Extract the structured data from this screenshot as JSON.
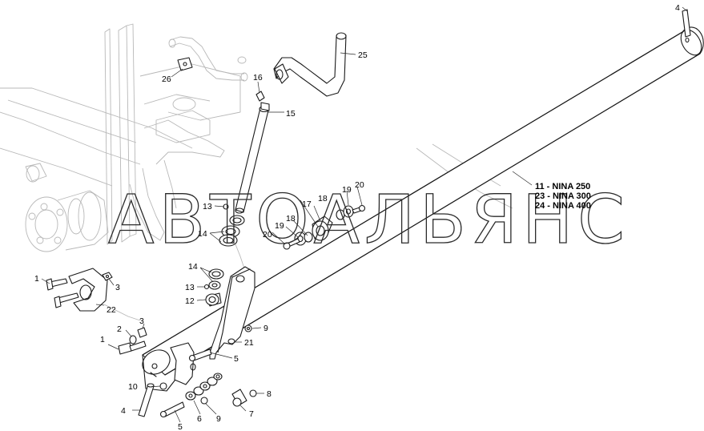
{
  "watermark": "АВТОАЛЬЯНС",
  "callouts": [
    {
      "id": "c-4-top",
      "label": "4"
    },
    {
      "id": "c-25",
      "label": "25"
    },
    {
      "id": "c-26",
      "label": "26"
    },
    {
      "id": "c-16",
      "label": "16"
    },
    {
      "id": "c-15",
      "label": "15"
    },
    {
      "id": "c-13-a",
      "label": "13"
    },
    {
      "id": "c-14-a",
      "label": "14"
    },
    {
      "id": "c-20-a",
      "label": "20"
    },
    {
      "id": "c-19-a",
      "label": "19"
    },
    {
      "id": "c-18-a",
      "label": "18"
    },
    {
      "id": "c-17",
      "label": "17"
    },
    {
      "id": "c-18-b",
      "label": "18"
    },
    {
      "id": "c-19-b",
      "label": "19"
    },
    {
      "id": "c-20-b",
      "label": "20"
    },
    {
      "id": "c-1-a",
      "label": "1"
    },
    {
      "id": "c-3-a",
      "label": "3"
    },
    {
      "id": "c-22",
      "label": "22"
    },
    {
      "id": "c-14-b",
      "label": "14"
    },
    {
      "id": "c-13-b",
      "label": "13"
    },
    {
      "id": "c-12",
      "label": "12"
    },
    {
      "id": "c-9-a",
      "label": "9"
    },
    {
      "id": "c-21",
      "label": "21"
    },
    {
      "id": "c-3-b",
      "label": "3"
    },
    {
      "id": "c-2",
      "label": "2"
    },
    {
      "id": "c-1-b",
      "label": "1"
    },
    {
      "id": "c-5-a",
      "label": "5"
    },
    {
      "id": "c-10",
      "label": "10"
    },
    {
      "id": "c-8",
      "label": "8"
    },
    {
      "id": "c-4-bottom",
      "label": "4"
    },
    {
      "id": "c-5-b",
      "label": "5"
    },
    {
      "id": "c-6",
      "label": "6"
    },
    {
      "id": "c-9-b",
      "label": "9"
    },
    {
      "id": "c-7",
      "label": "7"
    }
  ],
  "variants": [
    {
      "part": "11",
      "model": "NINA 250",
      "text": "11 - NINA 250"
    },
    {
      "part": "23",
      "model": "NINA 300",
      "text": "23 - NINA 300"
    },
    {
      "part": "24",
      "model": "NINA 400",
      "text": "24 - NINA 400"
    }
  ],
  "colors": {
    "line": "#1a1a1a",
    "ghost": "#b8b8b8",
    "background": "#ffffff"
  }
}
